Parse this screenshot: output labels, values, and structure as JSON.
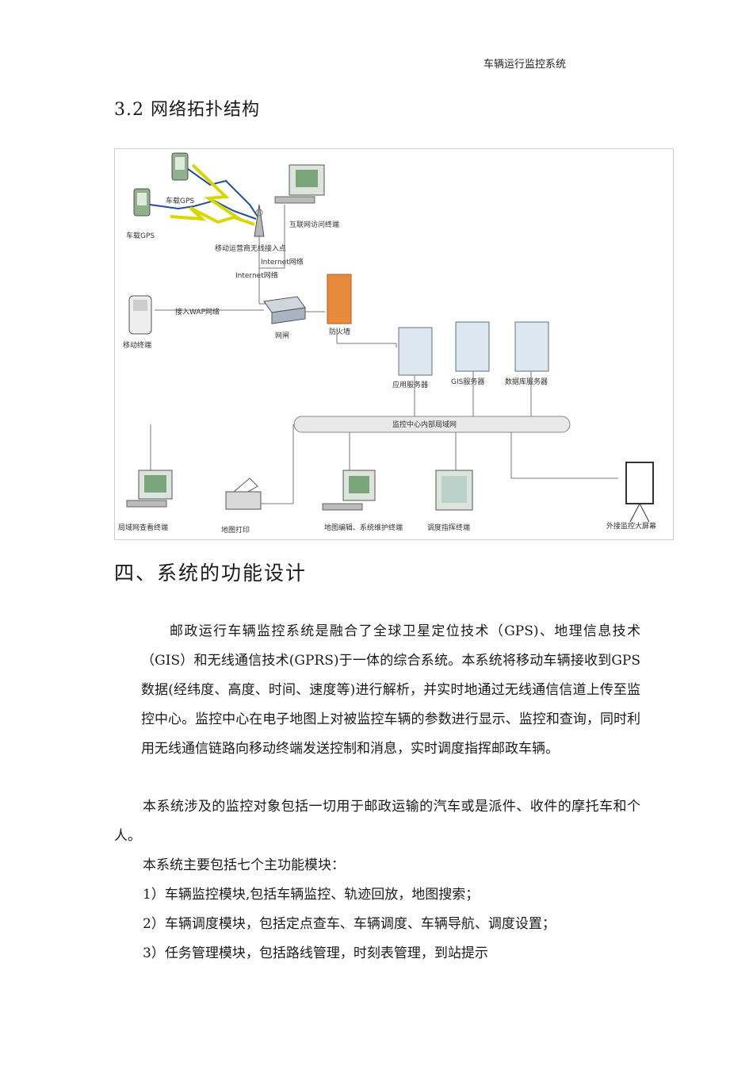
{
  "header": {
    "doc_title": "车辆运行监控系统"
  },
  "section_3_2": {
    "title": "3.2 网络拓扑结构"
  },
  "diagram": {
    "labels": {
      "vehicle_gps_1": "车载GPS",
      "vehicle_gps_2": "车载GPS",
      "internet_terminal": "互联网访问终端",
      "mobile_access_point": "移动运营商无线接入点",
      "internet_network_1": "Internet网络",
      "internet_network_2": "Internet网络",
      "wap_access": "接入WAP网络",
      "mobile_terminal": "移动终端",
      "gateway": "网闸",
      "firewall": "防火墙",
      "app_server": "应用服务器",
      "gis_server": "GIS服务器",
      "db_server": "数据库服务器",
      "lan": "监控中心内部局域网",
      "lan_view_terminal": "局域网查看终端",
      "map_print": "地图打印",
      "map_edit_terminal": "地图编辑、系统维护终端",
      "dispatch_terminal": "调度指挥终端",
      "big_screen": "外接监控大屏幕"
    }
  },
  "section_4": {
    "title": "四、系统的功能设计"
  },
  "body": {
    "p1": "邮政运行车辆监控系统是融合了全球卫星定位技术（GPS)、地理信息技术（GIS）和无线通信技术(GPRS)于一体的综合系统。本系统将移动车辆接收到GPS数据(经纬度、高度、时间、速度等)进行解析，并实时地通过无线通信信道上传至监控中心。监控中心在电子地图上对被监控车辆的参数进行显示、监控和查询，同时利用无线通信链路向移动终端发送控制和消息，实时调度指挥邮政车辆。",
    "p2": "本系统涉及的监控对象包括一切用于邮政运输的汽车或是派件、收件的摩托车和个人。",
    "p3": "本系统主要包括七个主功能模块：",
    "item1": "1）车辆监控模块,包括车辆监控、轨迹回放，地图搜索；",
    "item2": "2）车辆调度模块，包括定点查车、车辆调度、车辆导航、调度设置；",
    "item3": "3）任务管理模块，包括路线管理，时刻表管理，到站提示"
  }
}
